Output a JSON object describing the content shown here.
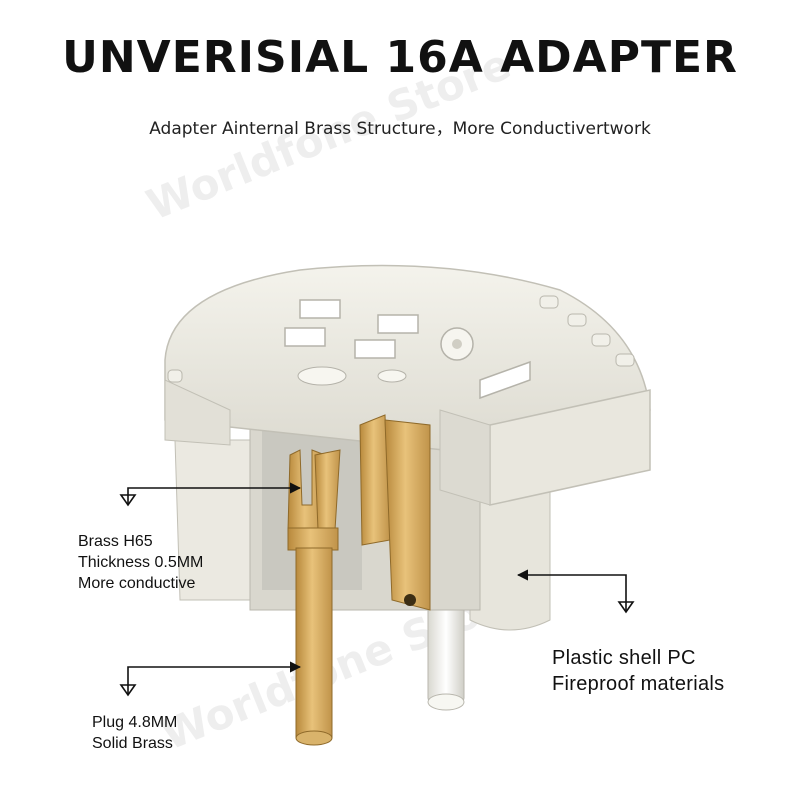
{
  "title": "UNVERISIAL 16A ADAPTER",
  "subtitle": "Adapter Ainternal Brass Structure，More Conductivertwork",
  "watermark": "Worldfone Store",
  "callouts": {
    "brass": [
      "Brass   H65",
      "Thickness 0.5MM",
      "More conductive"
    ],
    "plug": [
      "Plug 4.8MM",
      "Solid Brass"
    ],
    "shell": [
      "Plastic   shell   PC",
      "Fireproof materials"
    ]
  },
  "colors": {
    "shell": "#e8e6dc",
    "brass": "#d4aa5a",
    "text": "#111111"
  }
}
